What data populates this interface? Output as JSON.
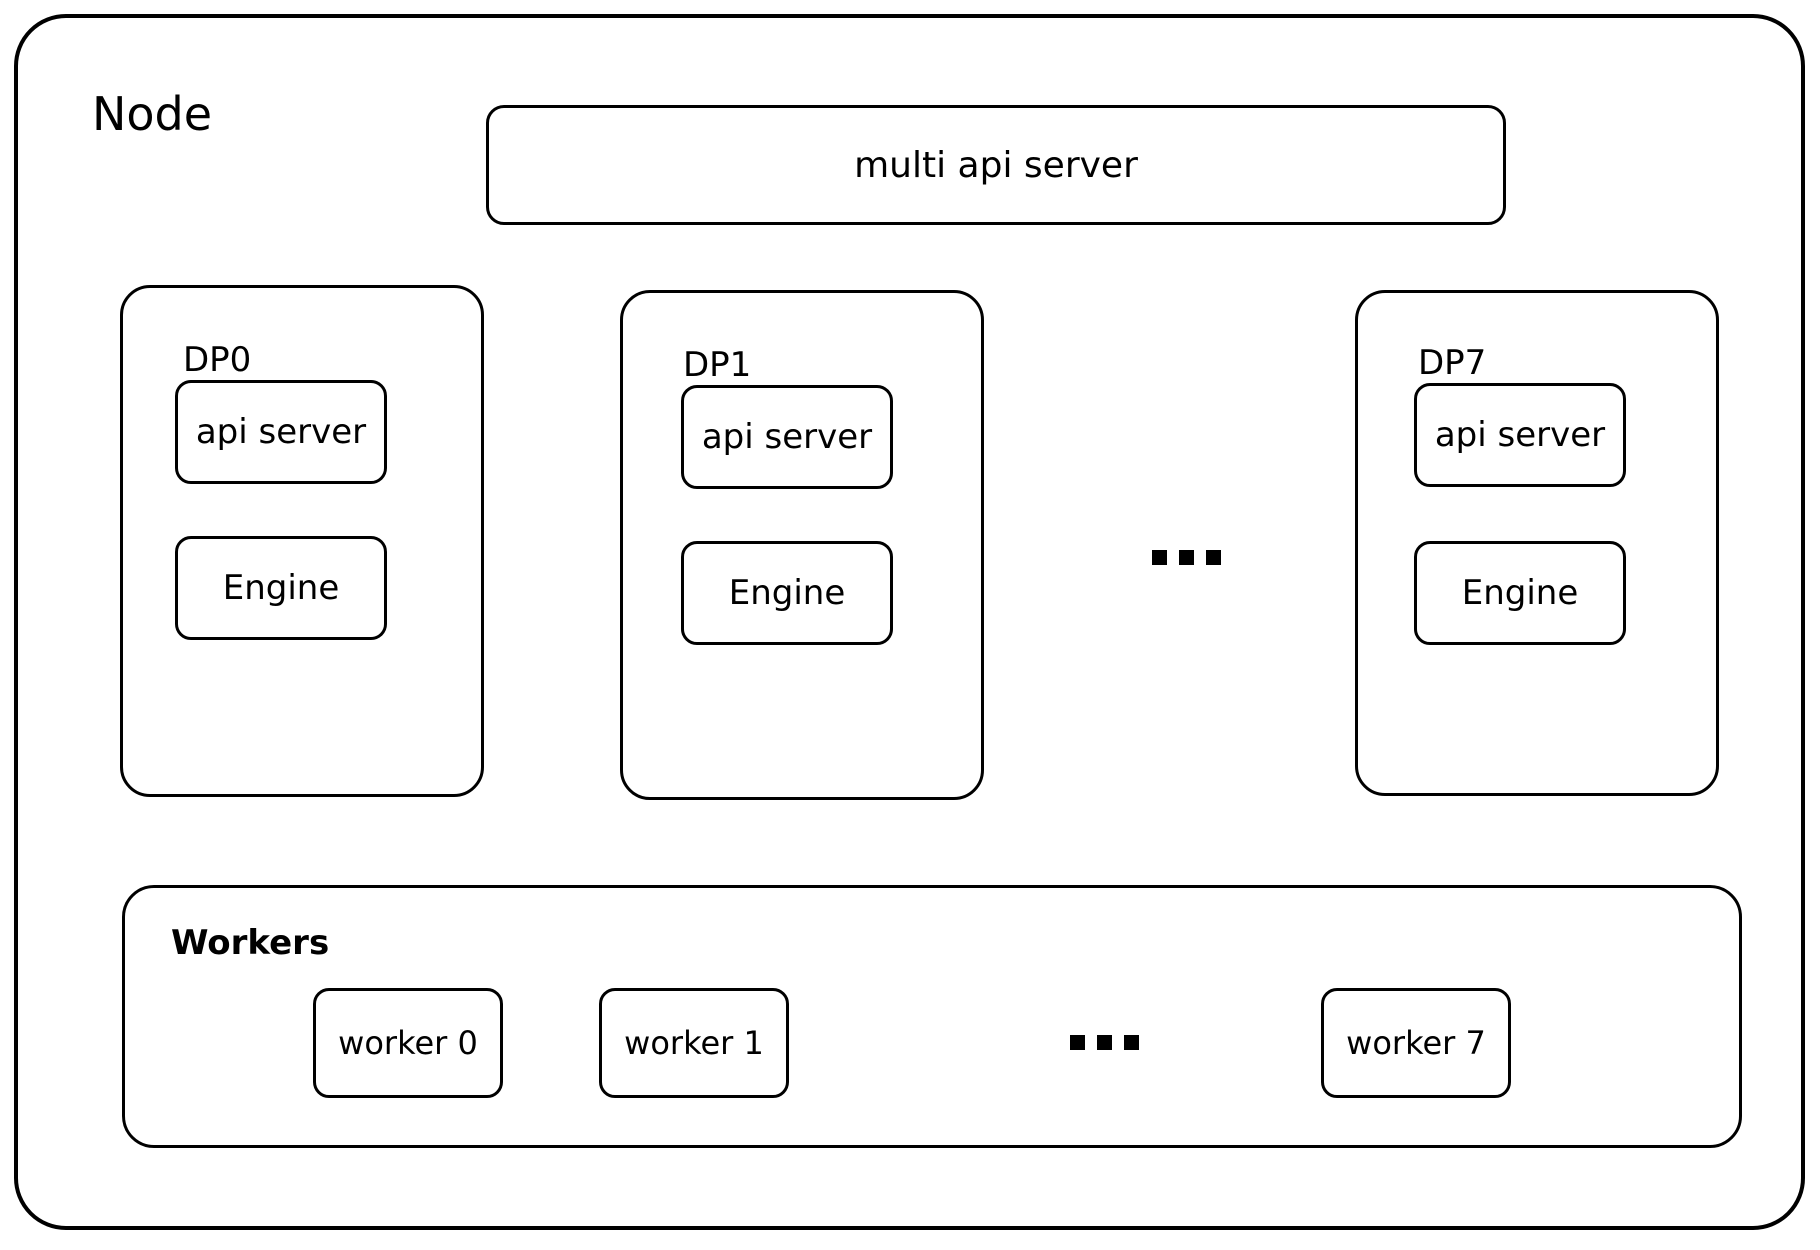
{
  "diagram": {
    "node_label": "Node",
    "multi_api_server": {
      "label": "multi api server"
    },
    "dp_groups": [
      {
        "label": "DP0",
        "api_server_label": "api server",
        "engine_label": "Engine"
      },
      {
        "label": "DP1",
        "api_server_label": "api server",
        "engine_label": "Engine"
      },
      {
        "label": "DP7",
        "api_server_label": "api server",
        "engine_label": "Engine"
      }
    ],
    "dp_ellipsis": "...",
    "workers": {
      "label": "Workers",
      "items": [
        {
          "label": "worker 0"
        },
        {
          "label": "worker 1"
        },
        {
          "label": "worker 7"
        }
      ],
      "ellipsis": "..."
    },
    "colors": {
      "stroke": "#000000",
      "background": "#ffffff",
      "text": "#000000"
    }
  }
}
